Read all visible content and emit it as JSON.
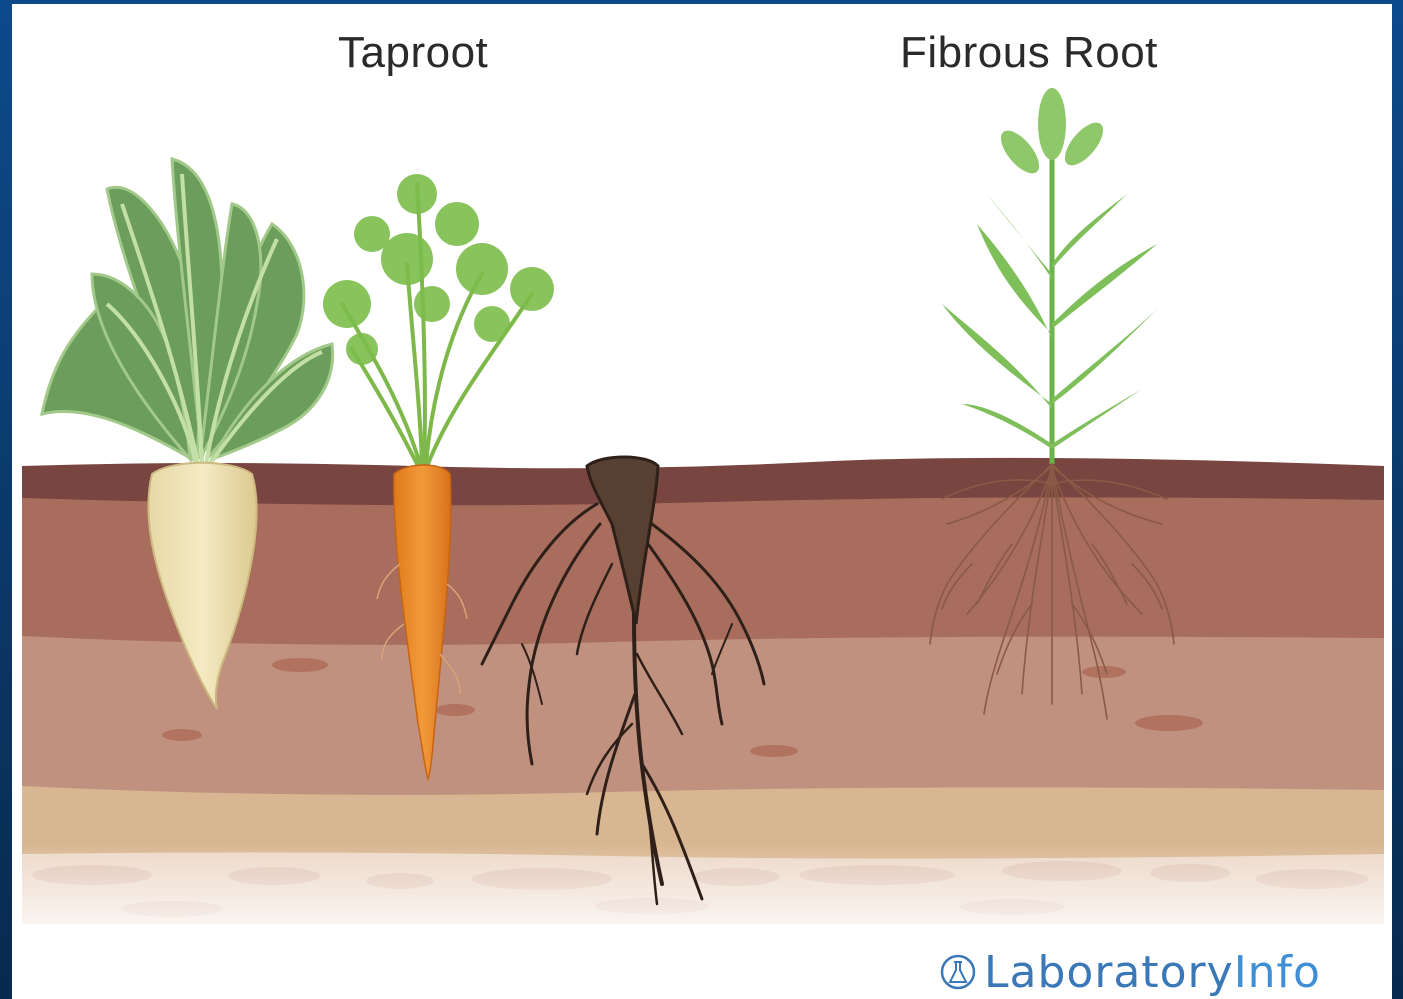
{
  "labels": {
    "taproot": "Taproot",
    "fibrous": "Fibrous Root"
  },
  "logo": {
    "brand": "Laboratory",
    "suffix": "Info"
  },
  "colors": {
    "background": "#0a3766",
    "soil_top": "#7a4a42",
    "soil_mid": "#a86e5e",
    "soil_lower": "#c08f7f",
    "soil_sand": "#d7b792",
    "soil_base": "#ecd9c9",
    "beet_leaf": "#6a9e5a",
    "carrot": "#e98a2a",
    "root_dark": "#3b2b22",
    "grass": "#7fbf59",
    "logo": "#3a78b8"
  }
}
